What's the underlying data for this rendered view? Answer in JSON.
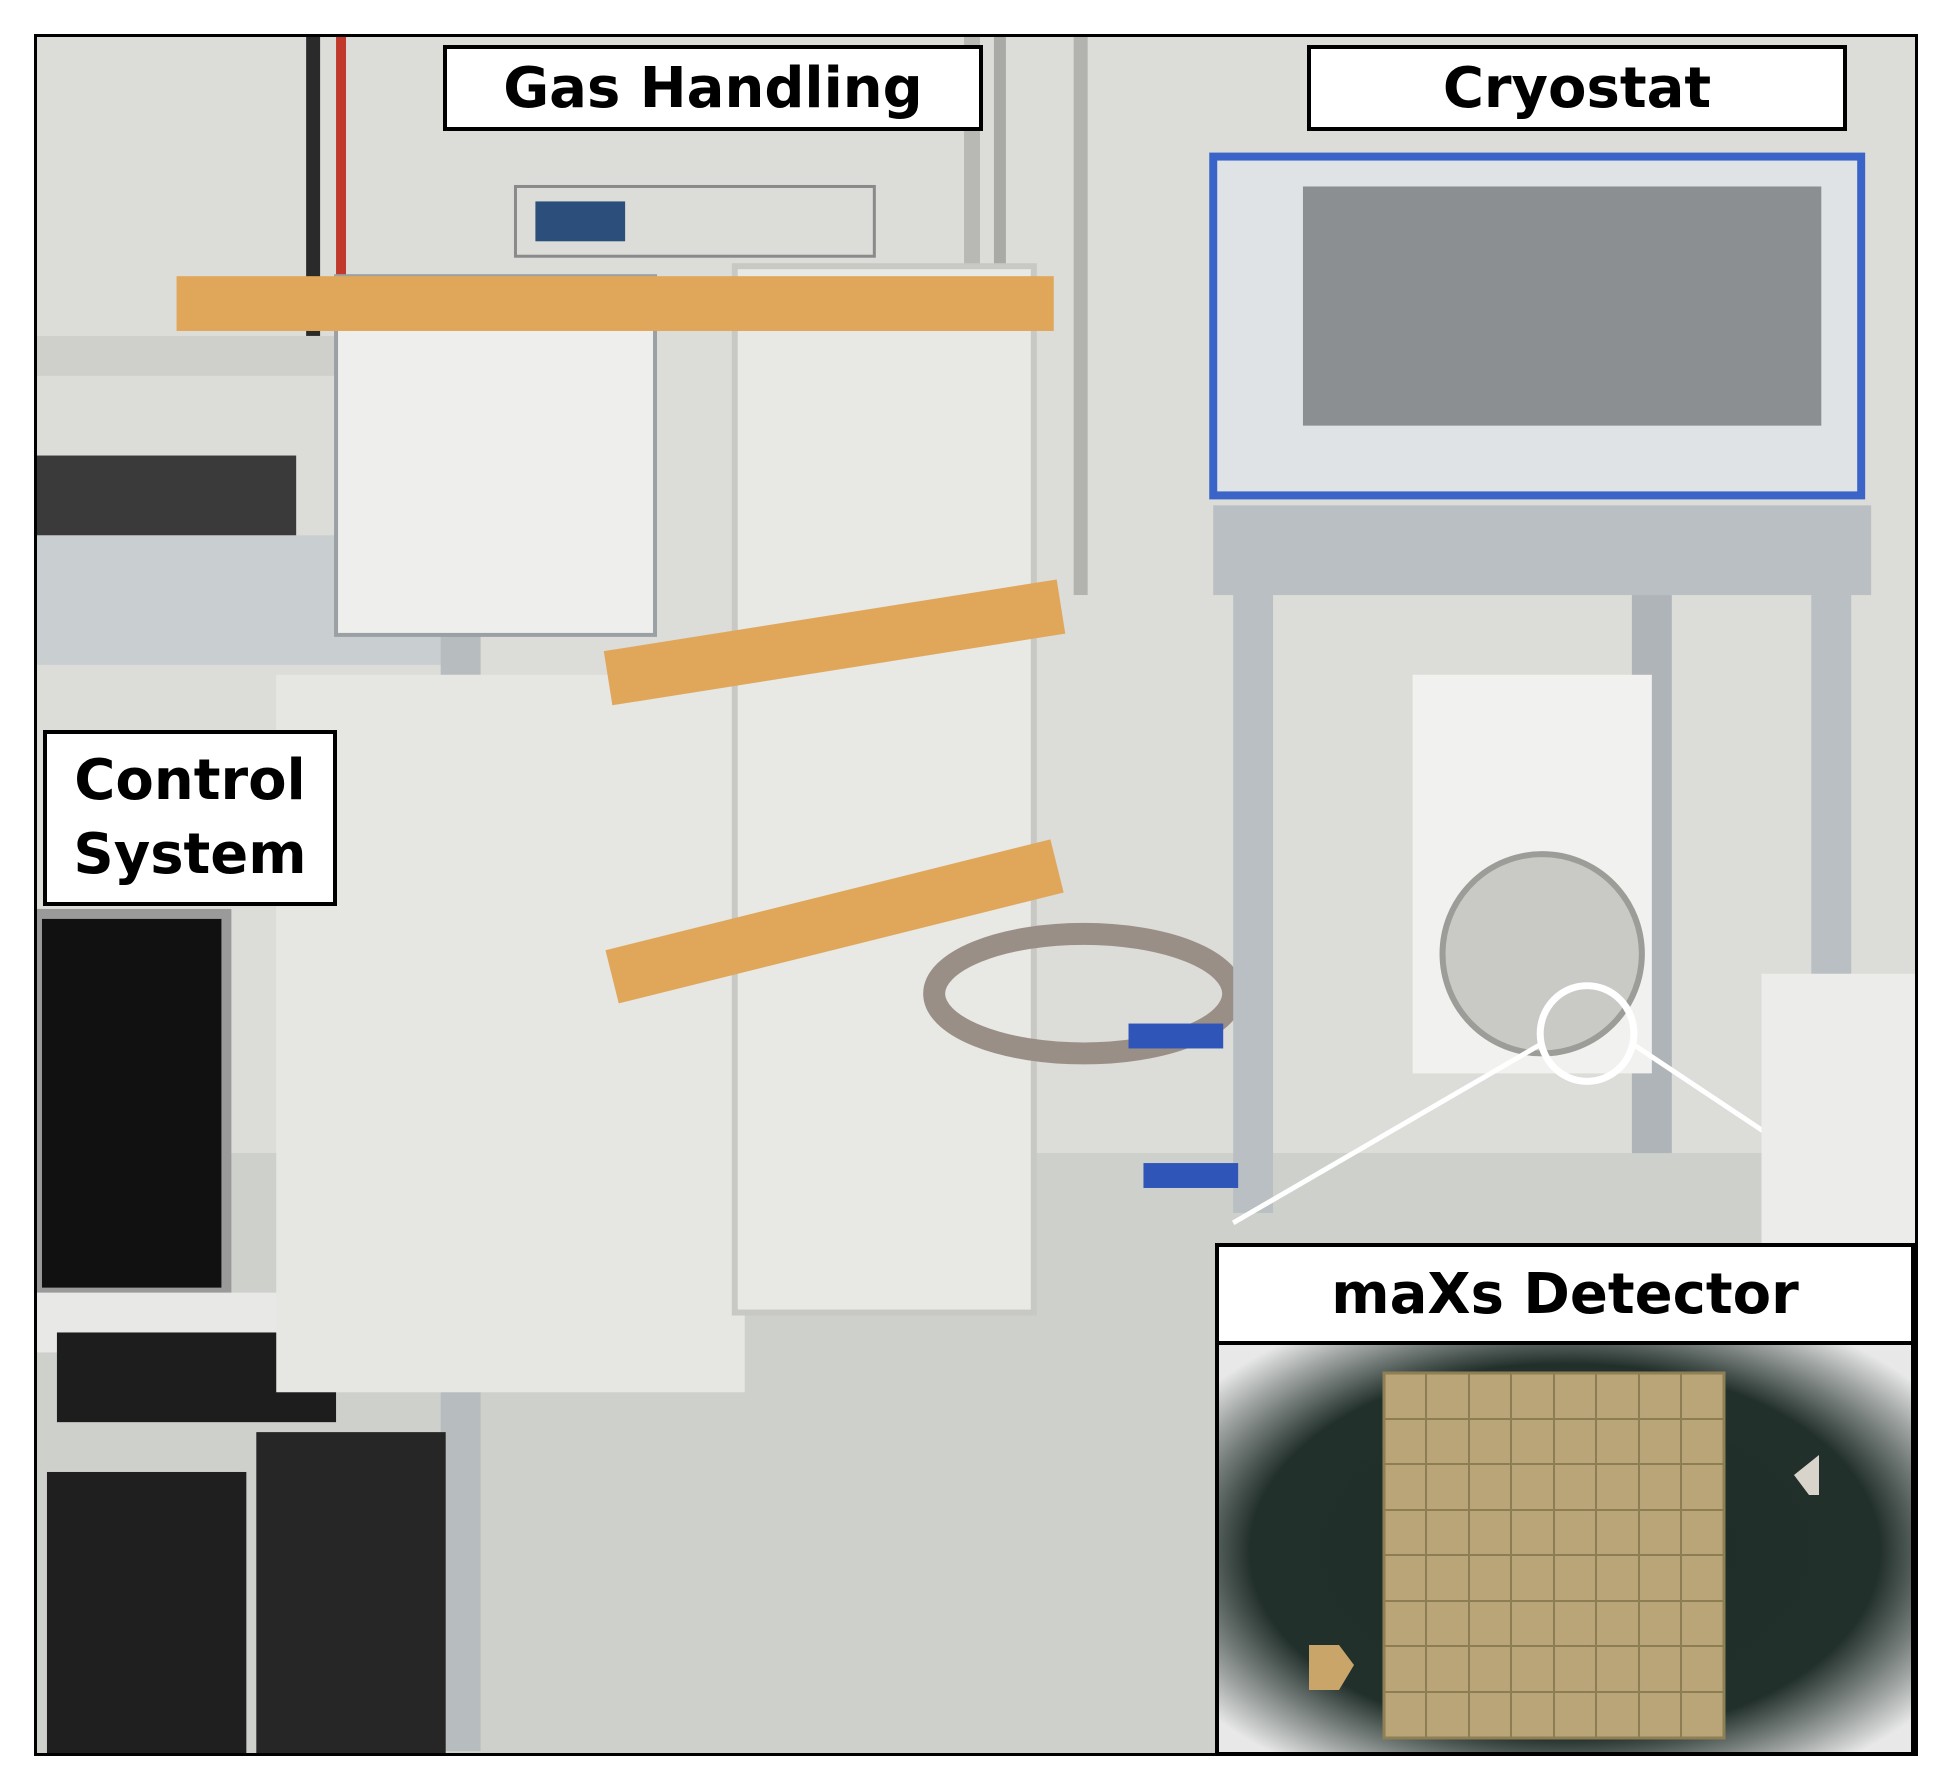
{
  "labels": {
    "gas_handling": "Gas Handling",
    "cryostat": "Cryostat",
    "control_system": "Control\nSystem",
    "detector": "maXs Detector"
  },
  "colors": {
    "wall": "#dcdcd8",
    "floor": "#cfd1cc",
    "wood_beam": "#e0a75a",
    "frame_aluminium": "#b9bfc3",
    "frame_blue_trim": "#3a64c8",
    "cabinet": "#e9e9e6",
    "detector_gold": "#b9a577",
    "detector_board": "#1d2b26"
  }
}
